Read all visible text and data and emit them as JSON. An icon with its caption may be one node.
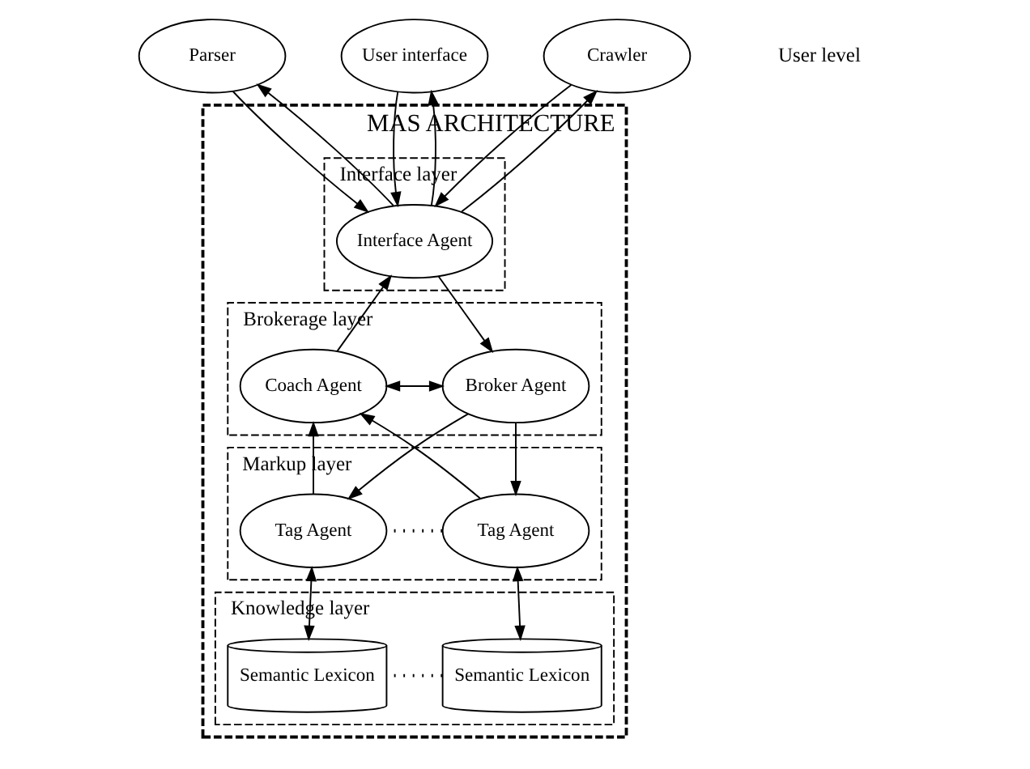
{
  "diagram": {
    "nodes": [
      {
        "text": [
          "MAS ARCHITECTURE"
        ]
      },
      {
        "text": [
          "Interface layer"
        ],
        "in": 0
      },
      {
        "text": [
          "Brokerage layer"
        ],
        "in": 0
      },
      {
        "text": [
          "Markup layer"
        ],
        "in": 0
      },
      {
        "text": [
          "Knowledge layer"
        ],
        "in": 0
      },
      {
        "text": [
          "User interface"
        ]
      },
      {
        "text": [
          "Crawler"
        ]
      },
      {
        "text": [
          "Parser"
        ]
      },
      {
        "text": [
          "Interface Agent"
        ],
        "in": 1
      },
      {
        "text": [
          "Broker Agent"
        ],
        "in": 2
      },
      {
        "text": [
          "Coach Agent"
        ],
        "in": 2
      },
      {
        "text": [
          "Tag Agent"
        ],
        "in": 3
      },
      {
        "text": [
          "Tag Agent"
        ],
        "in": 3
      },
      {
        "text": [
          "Semantic Lexicon"
        ],
        "in": 4
      },
      {
        "text": [
          "Semantic Lexicon"
        ],
        "in": 4
      }
    ],
    "edges": [
      {
        "from": 5,
        "to": 8,
        "arrow": "to"
      },
      {
        "from": 8,
        "to": 5,
        "arrow": "to"
      },
      {
        "from": 6,
        "to": 8,
        "arrow": "to"
      },
      {
        "from": 8,
        "to": 6,
        "arrow": "to"
      },
      {
        "from": 7,
        "to": 8,
        "arrow": "to"
      },
      {
        "from": 8,
        "to": 7,
        "arrow": "to"
      },
      {
        "from": 8,
        "to": 9,
        "arrow": "to"
      },
      {
        "from": 10,
        "to": 8,
        "arrow": "to"
      },
      {
        "from": 9,
        "to": 10,
        "arrow": "both"
      },
      {
        "from": 9,
        "to": 11,
        "arrow": "to"
      },
      {
        "from": 9,
        "to": 12,
        "arrow": "to"
      },
      {
        "from": 11,
        "to": 10,
        "arrow": "to"
      },
      {
        "from": 12,
        "to": 10,
        "arrow": "to"
      },
      {
        "from": 11,
        "to": 12,
        "arrow": "none",
        "style": "dashed"
      },
      {
        "from": 11,
        "to": 13,
        "arrow": "both"
      },
      {
        "from": 12,
        "to": 14,
        "arrow": "both"
      },
      {
        "from": 13,
        "to": 14,
        "arrow": "none",
        "style": "dashed"
      }
    ],
    "labels": [
      "User level"
    ]
  }
}
